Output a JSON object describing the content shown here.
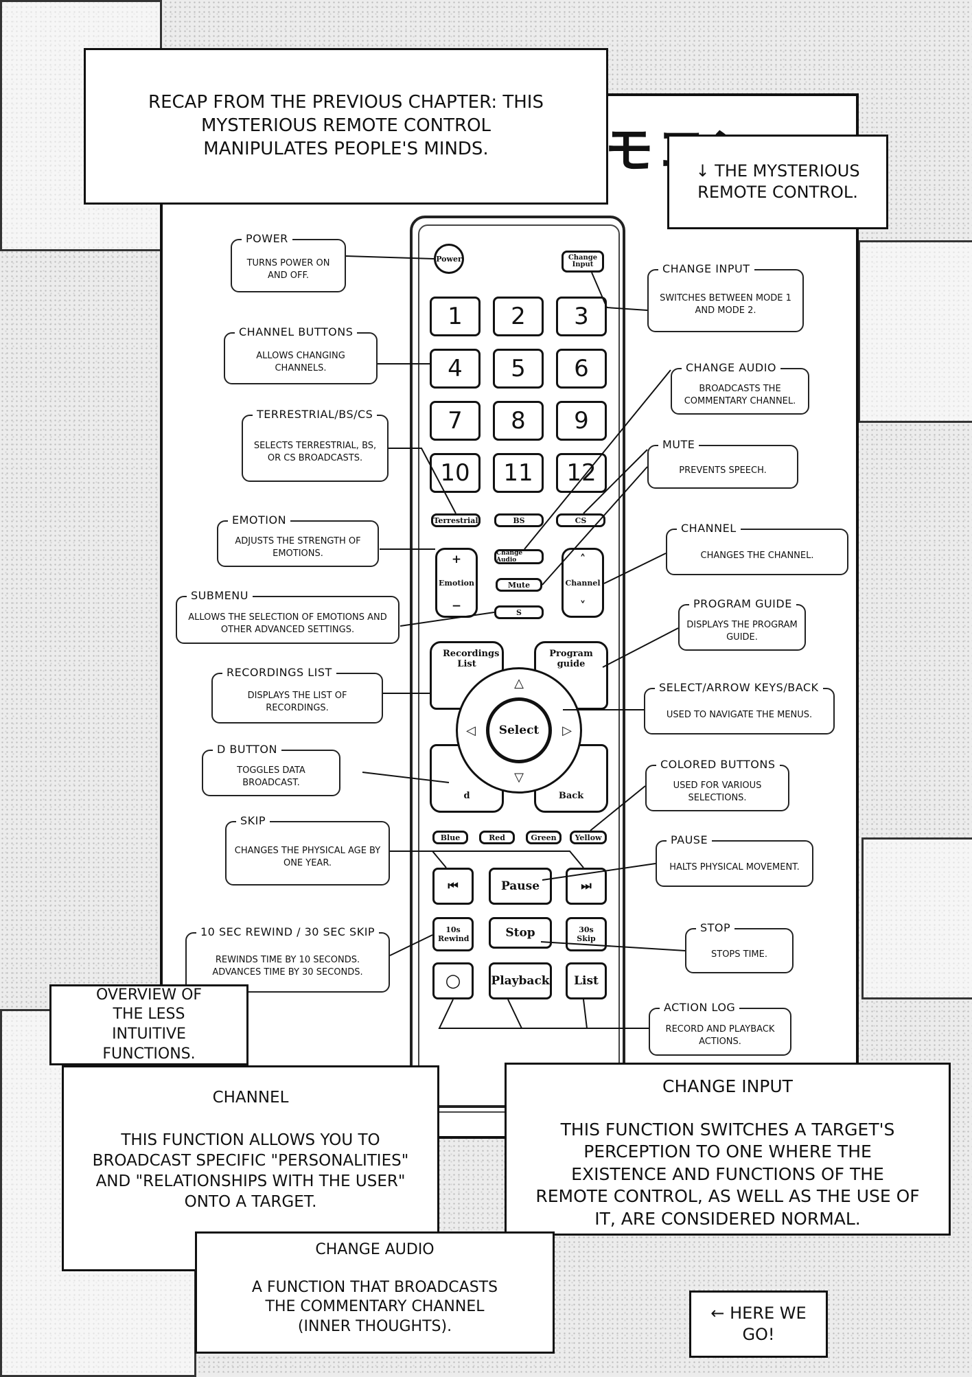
{
  "recap": {
    "text": "RECAP FROM THE PREVIOUS CHAPTER: THIS MYSTERIOUS REMOTE CONTROL MANIPULATES PEOPLE'S MINDS."
  },
  "title_katakana": "モコン",
  "pointer_note": "↓ THE MYSTERIOUS REMOTE CONTROL.",
  "remote": {
    "power": "Power",
    "change_input": "Change Input",
    "numbers": [
      "1",
      "2",
      "3",
      "4",
      "5",
      "6",
      "7",
      "8",
      "9",
      "10",
      "11",
      "12"
    ],
    "terrestrial": "Terrestrial",
    "bs": "BS",
    "cs": "CS",
    "emotion_plus": "+",
    "emotion": "Emotion",
    "emotion_minus": "−",
    "change_audio": "Change Audio",
    "mute": "Mute",
    "channel_up": "˄",
    "channel": "Channel",
    "channel_down": "˅",
    "s": "S",
    "recordings_list": "Recordings List",
    "program_guide": "Program guide",
    "select": "Select",
    "d": "d",
    "back": "Back",
    "blue": "Blue",
    "red": "Red",
    "green": "Green",
    "yellow": "Yellow",
    "skip_back": "⏮",
    "pause": "Pause",
    "skip_forward": "⏭",
    "rewind_10s": "10s Rewind",
    "stop": "Stop",
    "skip_30s": "30s Skip",
    "record": "○",
    "playback": "Playback",
    "list": "List"
  },
  "labels": {
    "power": {
      "title": "POWER",
      "desc": "TURNS POWER ON AND OFF."
    },
    "channel_buttons": {
      "title": "CHANNEL BUTTONS",
      "desc": "ALLOWS CHANGING CHANNELS."
    },
    "terrestrial": {
      "title": "TERRESTRIAL/BS/CS",
      "desc": "SELECTS TERRESTRIAL, BS, OR CS BROADCASTS."
    },
    "emotion": {
      "title": "EMOTION",
      "desc": "ADJUSTS THE STRENGTH OF EMOTIONS."
    },
    "submenu": {
      "title": "SUBMENU",
      "desc": "ALLOWS THE SELECTION OF EMOTIONS AND OTHER ADVANCED SETTINGS."
    },
    "recordings_list": {
      "title": "RECORDINGS LIST",
      "desc": "DISPLAYS THE LIST OF RECORDINGS."
    },
    "d_button": {
      "title": "D BUTTON",
      "desc": "TOGGLES DATA BROADCAST."
    },
    "skip": {
      "title": "SKIP",
      "desc": "CHANGES THE PHYSICAL AGE BY ONE YEAR."
    },
    "rewind_skip": {
      "title": "10 SEC REWIND / 30 SEC SKIP",
      "desc": "REWINDS TIME BY 10 SECONDS. ADVANCES TIME BY 30 SECONDS."
    },
    "change_input": {
      "title": "CHANGE INPUT",
      "desc": "SWITCHES BETWEEN MODE 1 AND MODE 2."
    },
    "change_audio": {
      "title": "CHANGE AUDIO",
      "desc": "BROADCASTS THE COMMENTARY CHANNEL."
    },
    "mute": {
      "title": "MUTE",
      "desc": "PREVENTS SPEECH."
    },
    "channel": {
      "title": "CHANNEL",
      "desc": "CHANGES THE CHANNEL."
    },
    "program_guide": {
      "title": "PROGRAM GUIDE",
      "desc": "DISPLAYS THE PROGRAM GUIDE."
    },
    "select": {
      "title": "SELECT/ARROW KEYS/BACK",
      "desc": "USED TO NAVIGATE THE MENUS."
    },
    "colored": {
      "title": "COLORED BUTTONS",
      "desc": "USED FOR VARIOUS SELECTIONS."
    },
    "pause": {
      "title": "PAUSE",
      "desc": "HALTS PHYSICAL MOVEMENT."
    },
    "stop": {
      "title": "STOP",
      "desc": "STOPS TIME."
    },
    "action_log": {
      "title": "ACTION LOG",
      "desc": "RECORD AND PLAYBACK ACTIONS."
    }
  },
  "overview": "OVERVIEW OF THE LESS INTUITIVE FUNCTIONS.",
  "channel_box": {
    "title": "CHANNEL",
    "body": "THIS FUNCTION ALLOWS YOU TO BROADCAST SPECIFIC \"PERSONALITIES\" AND \"RELATIONSHIPS WITH THE USER\" ONTO A TARGET."
  },
  "change_input_box": {
    "title": "CHANGE INPUT",
    "body": "THIS FUNCTION SWITCHES A TARGET'S PERCEPTION TO ONE WHERE THE EXISTENCE AND FUNCTIONS OF THE REMOTE CONTROL, AS WELL AS THE USE OF IT, ARE CONSIDERED NORMAL."
  },
  "change_audio_box": {
    "title": "CHANGE AUDIO",
    "body": "A FUNCTION THAT BROADCASTS THE COMMENTARY CHANNEL (INNER THOUGHTS)."
  },
  "here_we_go": "← HERE WE GO!"
}
